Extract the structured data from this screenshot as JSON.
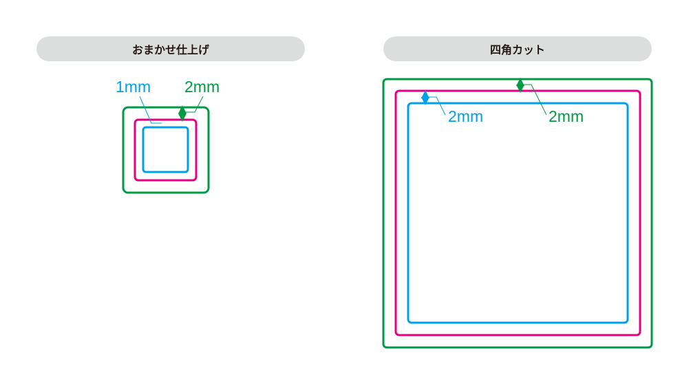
{
  "colors": {
    "outer": "#009944",
    "cut": "#e4007f",
    "safe": "#00a0e9",
    "pill": "#dcdddd"
  },
  "left_panel": {
    "title": "おまかせ仕上げ",
    "label_safe": "1mm",
    "label_outer": "2mm"
  },
  "right_panel": {
    "title": "四角カット",
    "label_safe": "2mm",
    "label_outer": "2mm"
  }
}
